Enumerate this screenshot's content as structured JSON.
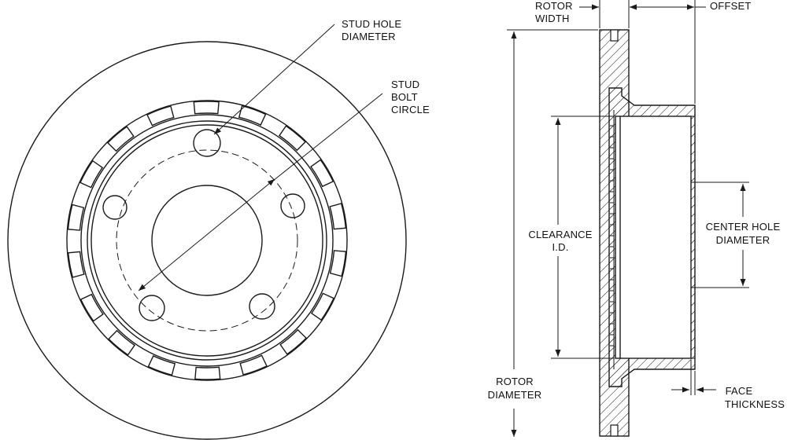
{
  "labels": {
    "stud_hole_1": "STUD HOLE",
    "stud_hole_2": "DIAMETER",
    "bolt_1": "STUD",
    "bolt_2": "BOLT",
    "bolt_3": "CIRCLE",
    "rotor_width_1": "ROTOR",
    "rotor_width_2": "WIDTH",
    "offset": "OFFSET",
    "clearance_1": "CLEARANCE",
    "clearance_2": "I.D.",
    "center_hole_1": "CENTER HOLE",
    "center_hole_2": "DIAMETER",
    "rotor_diameter_1": "ROTOR",
    "rotor_diameter_2": "DIAMETER",
    "face_thickness_1": "FACE",
    "face_thickness_2": "THICKNESS"
  },
  "colors": {
    "line": "#1a1a1a",
    "background": "#ffffff"
  }
}
